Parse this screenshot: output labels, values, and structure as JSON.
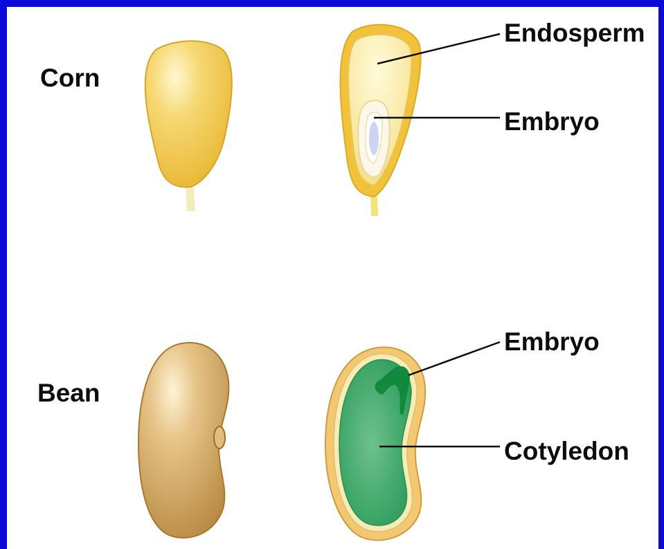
{
  "rows": [
    {
      "name": "Corn",
      "labels": [
        "Endosperm",
        "Embryo"
      ]
    },
    {
      "name": "Bean",
      "labels": [
        "Embryo",
        "Cotyledon"
      ]
    }
  ],
  "colors": {
    "frame": "#0a09d8",
    "corn_coat": "#f2c33c",
    "corn_endosperm": "#fbf1a6",
    "corn_embryo": "#f7f8ff",
    "bean_coat": "#c89a52",
    "bean_cotyledon": "#3aa865",
    "bean_embryo": "#1b8d48",
    "text": "#0d0d0d"
  }
}
